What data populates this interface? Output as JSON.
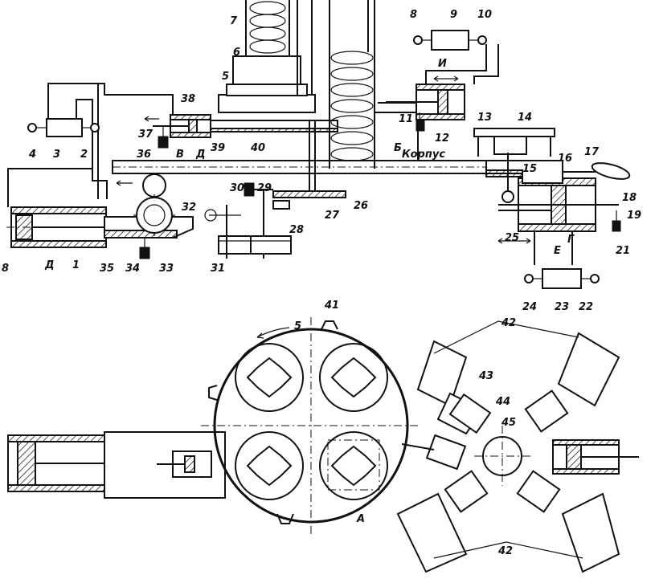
{
  "labels": {
    "n1": "1",
    "n2": "2",
    "n3": "3",
    "n4": "4",
    "n5": "5",
    "n6": "6",
    "n7": "7",
    "n8": "8",
    "n9": "9",
    "n10": "10",
    "n11": "11",
    "n12": "12",
    "n13": "13",
    "n14": "14",
    "n15": "15",
    "n16": "16",
    "n17": "17",
    "n18": "18",
    "n19": "19",
    "n21": "21",
    "n22": "22",
    "n23": "23",
    "n24": "24",
    "n25": "25",
    "n26": "26",
    "n27": "27",
    "n28": "28",
    "n29": "29",
    "n30": "30",
    "n31": "31",
    "n32": "32",
    "n33": "33",
    "n34": "34",
    "n35": "35",
    "n36": "36",
    "n37": "37",
    "n38": "38",
    "n39": "39",
    "n40": "40",
    "n41": "41",
    "n42": "42",
    "n43": "43",
    "n44": "44",
    "n45": "45",
    "b5": "5",
    "b42a": "42",
    "b42b": "42",
    "korpus": "Корпус",
    "letter_B": "Б",
    "letter_V": "В",
    "letter_D1": "Д",
    "letter_D2": "Д",
    "letter_I": "И",
    "letter_E": "Е",
    "letter_G": "Г",
    "letter_A": "А",
    "label_8b": "8"
  }
}
